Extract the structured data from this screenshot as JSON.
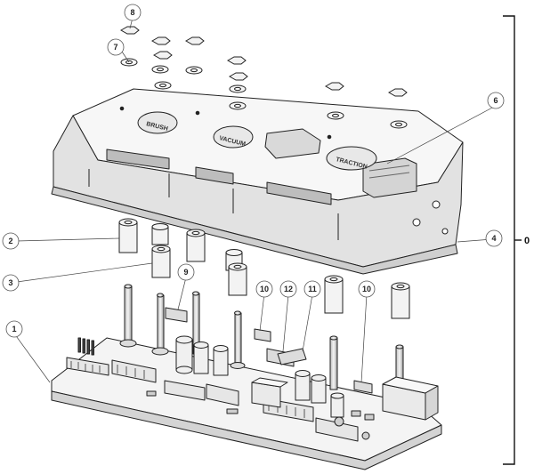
{
  "diagram": {
    "assembly_label": "0",
    "housing_labels": {
      "brush": "BRUSH",
      "vacuum": "VACUUM",
      "traction": "TRACTION"
    },
    "callouts": [
      {
        "id": "1",
        "label": "1"
      },
      {
        "id": "2",
        "label": "2"
      },
      {
        "id": "3",
        "label": "3"
      },
      {
        "id": "4",
        "label": "4"
      },
      {
        "id": "6",
        "label": "6"
      },
      {
        "id": "7",
        "label": "7"
      },
      {
        "id": "8",
        "label": "8"
      },
      {
        "id": "9",
        "label": "9"
      },
      {
        "id": "10a",
        "label": "10"
      },
      {
        "id": "10b",
        "label": "10"
      },
      {
        "id": "11",
        "label": "11"
      },
      {
        "id": "12",
        "label": "12"
      }
    ]
  }
}
